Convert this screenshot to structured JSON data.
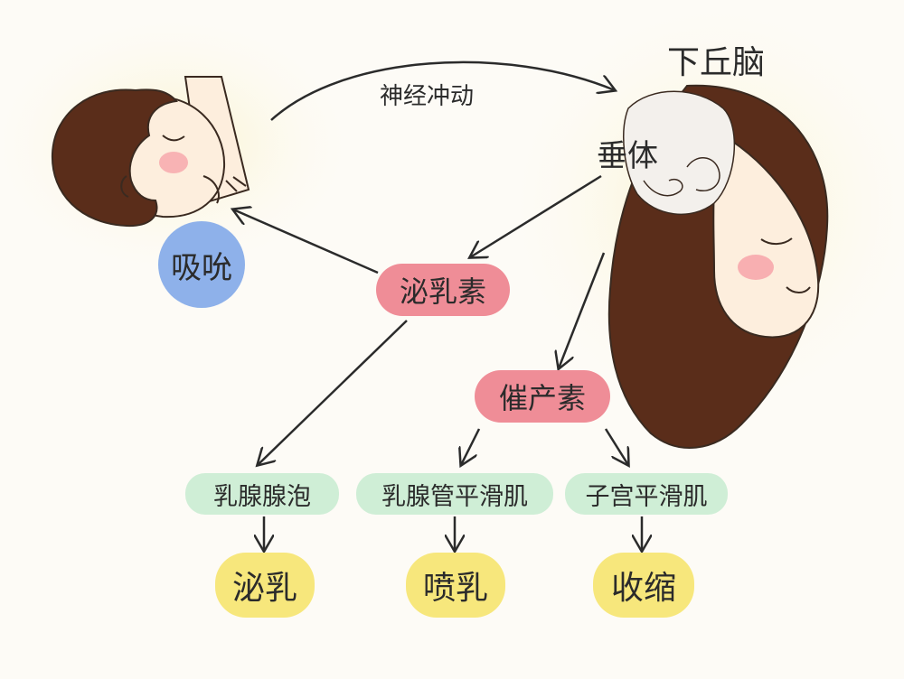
{
  "labels": {
    "nerve_impulse": "神经冲动",
    "hypothalamus": "下丘脑",
    "pituitary": "垂体"
  },
  "nodes": {
    "suckling": "吸吮",
    "prolactin": "泌乳素",
    "oxytocin": "催产素",
    "alveoli": "乳腺腺泡",
    "duct_smooth_muscle": "乳腺管平滑肌",
    "uterine_smooth_muscle": "子宫平滑肌",
    "lactation": "泌乳",
    "milk_ejection": "喷乳",
    "contraction": "收缩"
  },
  "colors": {
    "hormone_bubble": "#ef8d97",
    "tissue_pill": "#cfeed6",
    "effect_bubble": "#f7e77c",
    "stimulus_circle": "#8eb1ea",
    "hair": "#5a2d1a",
    "skin": "#fdeedd",
    "blush": "#f59aa2"
  }
}
